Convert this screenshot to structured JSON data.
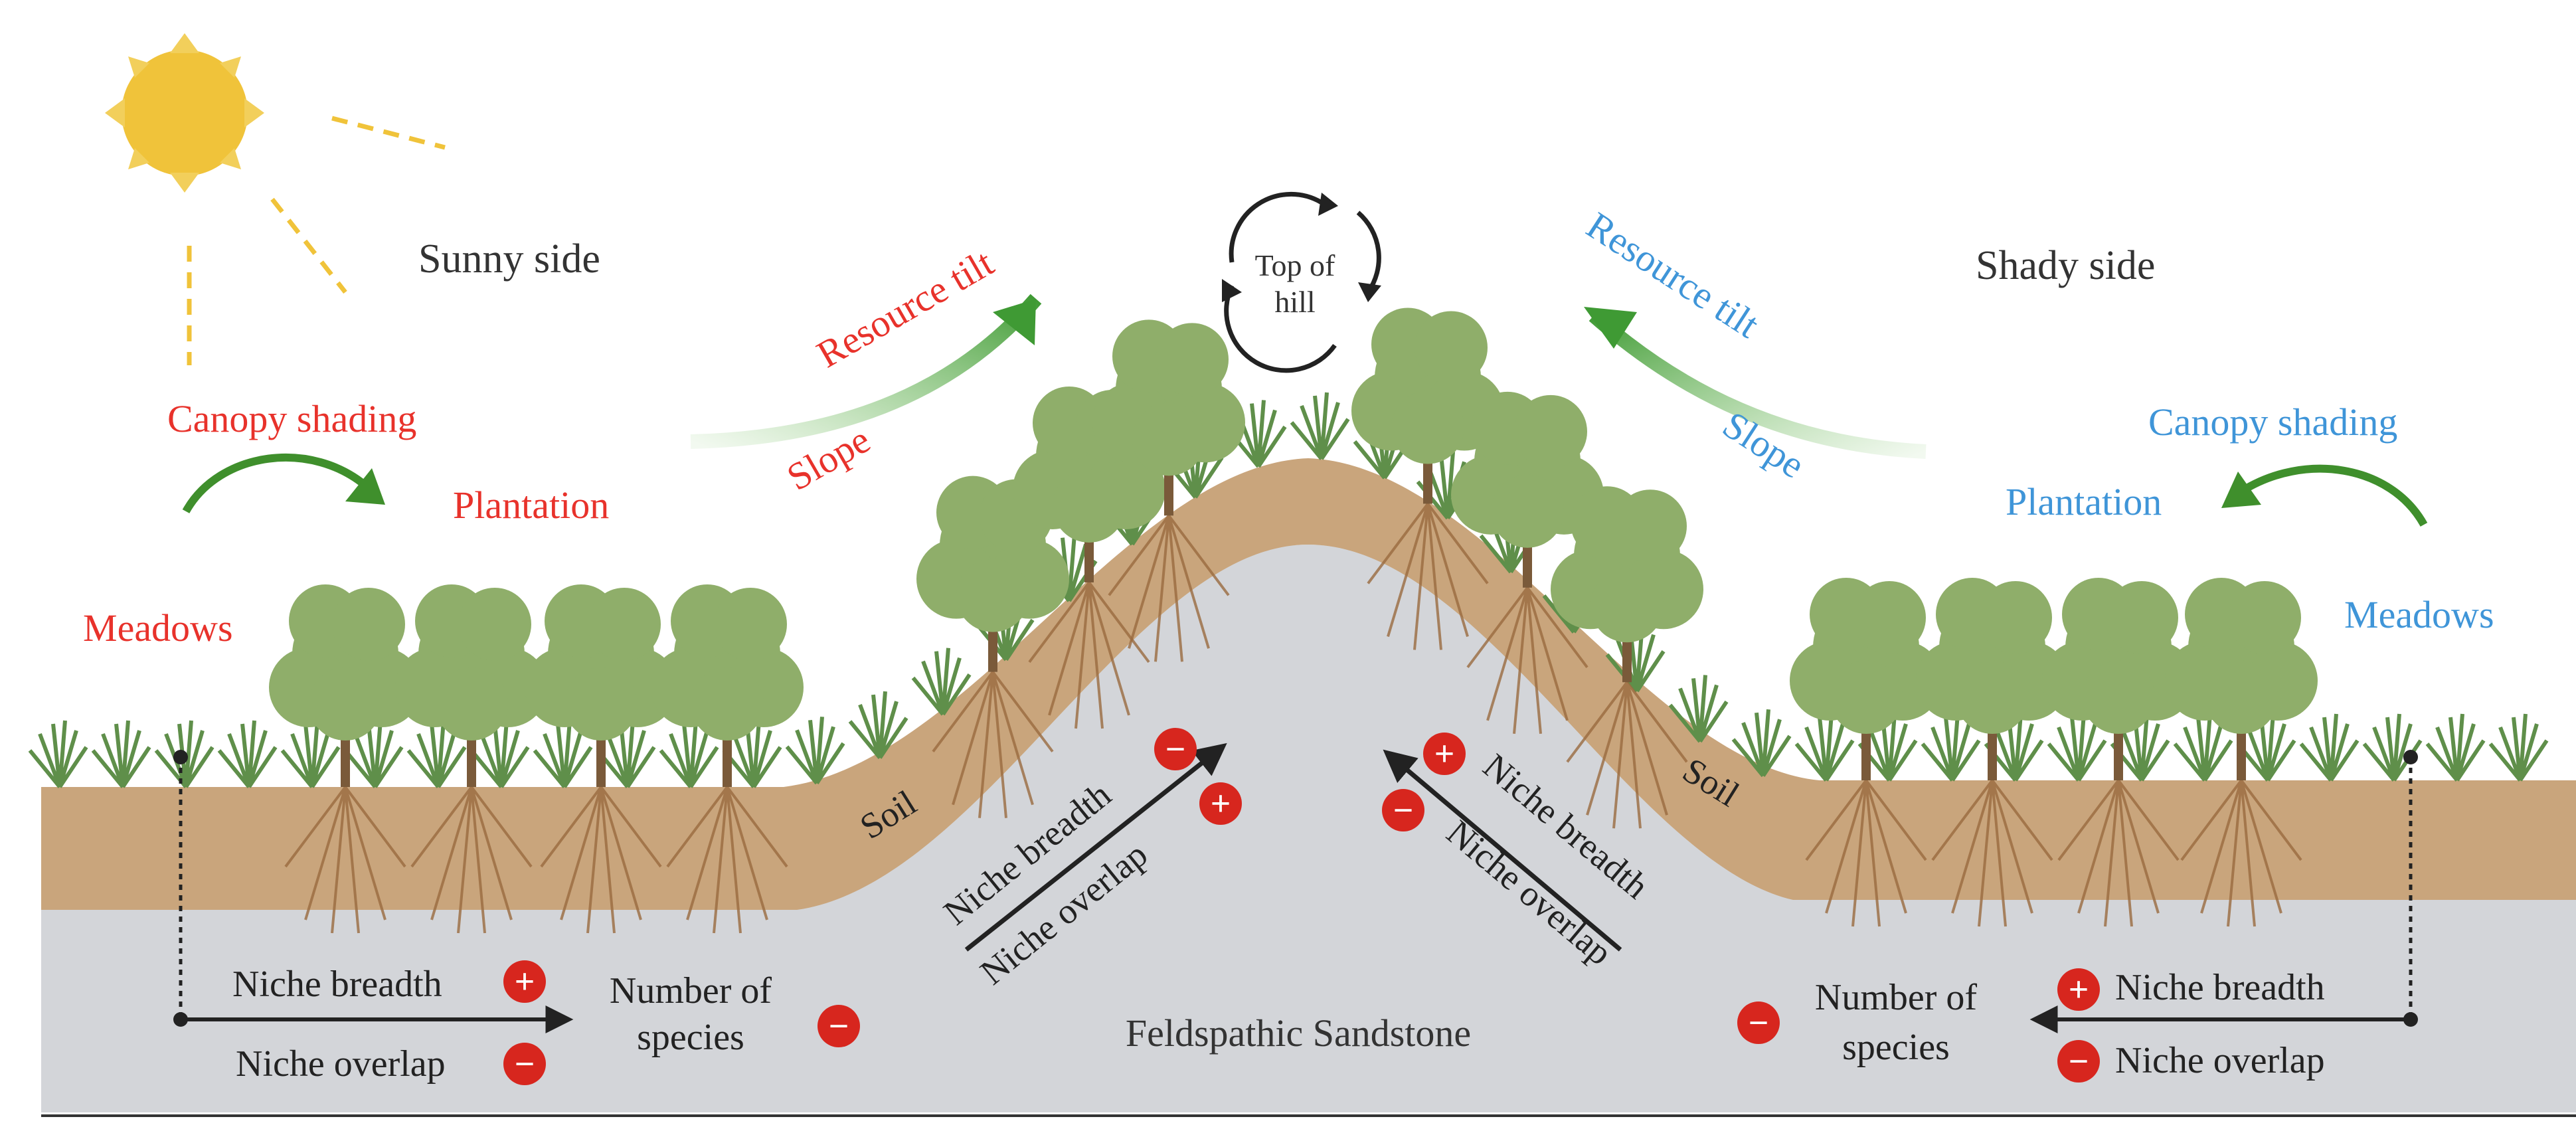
{
  "left": {
    "side_title": "Sunny side",
    "canopy": "Canopy shading",
    "plantation": "Plantation",
    "meadows": "Meadows",
    "resource_tilt": "Resource tilt",
    "slope": "Slope",
    "soil": "Soil",
    "bottom": {
      "niche_breadth": "Niche breadth",
      "niche_overlap": "Niche overlap",
      "number_of_species_line1": "Number of",
      "number_of_species_line2": "species"
    },
    "slope_effects": {
      "niche_breadth": "Niche breadth",
      "niche_overlap": "Niche overlap"
    }
  },
  "right": {
    "side_title": "Shady side",
    "canopy": "Canopy shading",
    "plantation": "Plantation",
    "meadows": "Meadows",
    "resource_tilt": "Resource tilt",
    "slope": "Slope",
    "soil": "Soil",
    "bottom": {
      "niche_breadth": "Niche breadth",
      "niche_overlap": "Niche overlap",
      "number_of_species_line1": "Number of",
      "number_of_species_line2": "species"
    },
    "slope_effects": {
      "niche_breadth": "Niche breadth",
      "niche_overlap": "Niche overlap"
    }
  },
  "top": {
    "line1": "Top of",
    "line2": "hill"
  },
  "bedrock": "Feldspathic Sandstone",
  "signs": {
    "plus": "+",
    "minus": "−"
  },
  "colors": {
    "sunny_text": "#e8322b",
    "shady_text": "#3f95d8",
    "soil": "#c9a57c",
    "bedrock": "#d2d4d8",
    "tree_canopy": "#8fae6a",
    "arrow_green": "#3f8f2c",
    "sign_red": "#d7261e",
    "sun": "#f0c33a"
  }
}
